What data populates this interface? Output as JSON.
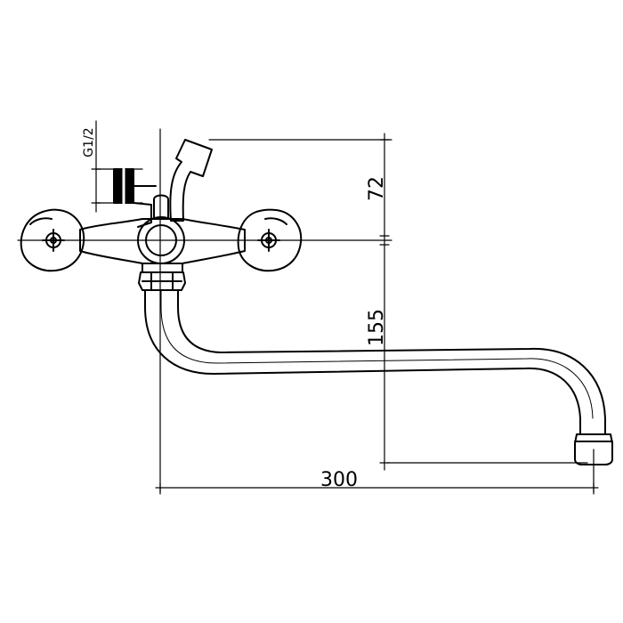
{
  "drawing": {
    "dimensions": {
      "height_upper": "72",
      "height_lower": "155",
      "spout_reach": "300",
      "thread": "G1/2"
    }
  }
}
